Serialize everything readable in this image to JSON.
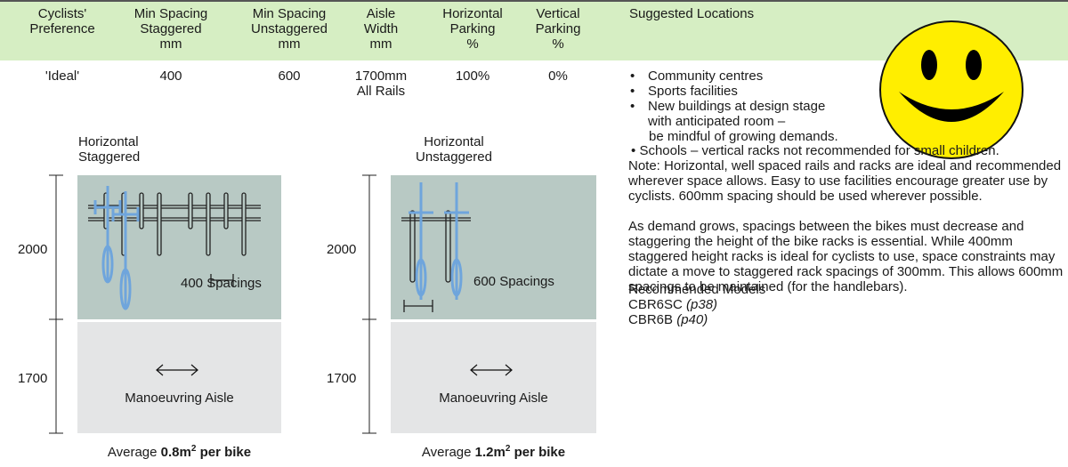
{
  "table": {
    "headers": [
      "Cyclists'\nPreference",
      "Min Spacing\nStaggered\nmm",
      "Min Spacing\nUnstaggered\nmm",
      "Aisle\nWidth\nmm",
      "Horizontal\nParking\n%",
      "Vertical\nParking\n%",
      "Suggested Locations"
    ],
    "row": {
      "preference": "'Ideal'",
      "staggered": "400",
      "unstaggered": "600",
      "aisle_width": "1700mm\nAll Rails",
      "horizontal": "100%",
      "vertical": "0%"
    }
  },
  "locations": {
    "items": [
      "Community centres",
      "Sports facilities",
      "New buildings at design stage"
    ],
    "continuation": [
      "with anticipated room –",
      "be mindful of growing demands."
    ],
    "schools": "Schools – vertical racks not recommended for small children.",
    "bullet": "•"
  },
  "notes": {
    "note1": "Note: Horizontal, well spaced rails and racks are ideal and recommended wherever space allows. Easy to use facilities encourage greater use by cyclists. 600mm spacing should be used wherever possible.",
    "note2": "As demand grows, spacings between the bikes must decrease and staggering the height of the bike racks is essential.  While 400mm staggered height racks is ideal for cyclists to use, space constraints may dictate a move to staggered rack spacings of 300mm.  This allows 600mm spacings to be maintained (for the handlebars).",
    "models_title": "Recommended Models",
    "model1_name": "CBR6SC",
    "model1_page": "(p38)",
    "model2_name": "CBR6B",
    "model2_page": "(p40)"
  },
  "diagrams": {
    "left": {
      "title": "Horizontal\nStaggered",
      "dim_bay": "2000",
      "dim_aisle": "1700",
      "spacing": "400 Spacings",
      "aisle": "Manoeuvring Aisle",
      "avg_prefix": "Average ",
      "avg_value": "0.8m",
      "avg_sup": "2",
      "avg_suffix": " per bike"
    },
    "right": {
      "title": "Horizontal\nUnstaggered",
      "dim_bay": "2000",
      "dim_aisle": "1700",
      "spacing": "600 Spacings",
      "aisle": "Manoeuvring Aisle",
      "avg_prefix": "Average ",
      "avg_value": "1.2m",
      "avg_sup": "2",
      "avg_suffix": " per bike"
    }
  },
  "colors": {
    "header_bg": "#d6eec3",
    "bay": "#b8c9c4",
    "aisle": "#e4e5e6",
    "bike": "#6fa5dc",
    "smiley_face": "#ffee00"
  },
  "icons": [
    "smiley-face-icon",
    "bicycle-icon",
    "bike-rack-icon",
    "double-arrow-icon"
  ]
}
